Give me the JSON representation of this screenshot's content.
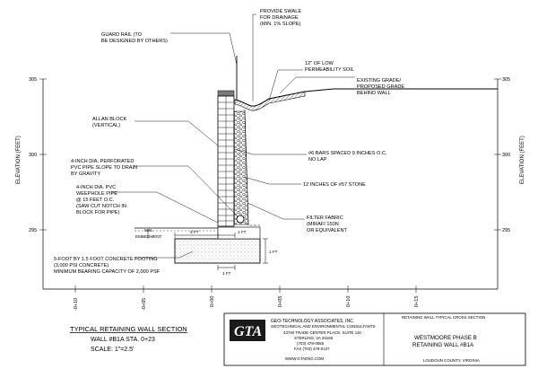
{
  "labels": {
    "swale": [
      "PROVIDE SWALE",
      "FOR DRAINAGE",
      "(MIN. 1% SLOPE)"
    ],
    "guard_rail": [
      "GUARD RAIL (TO",
      "BE DESIGNED BY OTHERS)"
    ],
    "low_perm": [
      "12\" OF LOW",
      "PERMEABILITY SOIL"
    ],
    "grade": [
      "EXISTING GRADE/",
      "PROPOSED GRADE",
      "BEHIND WALL"
    ],
    "allan_block": [
      "ALLAN BLOCK",
      "(VERTICAL)"
    ],
    "bars": [
      "#6 BARS SPACED 9 INCHES O.C.",
      "NO LAP"
    ],
    "drain_pipe": [
      "4-INCH DIA. PERFORATED",
      "PVC PIPE SLOPE TO DRAIN",
      "BY GRAVITY"
    ],
    "stone": "12 INCHES OF #57 STONE",
    "weephole": [
      "4-INCH DIA. PVC",
      "WEEPHOLE PIPE",
      "@ 15 FEET O.C.",
      "(SAW CUT NOTCH IN",
      "BLOCK FOR PIPE)"
    ],
    "fabric": [
      "FILTER FABRIC",
      "(MIRAFI 150N",
      "OR EQUIVALENT"
    ],
    "embedment": [
      "MIN.",
      "EMBEDMENT"
    ],
    "footing": [
      "5-FOOT BY 1.5 FOOT CONCRETE FOOTING",
      "(3,000 PSI CONCRETE)",
      "MINIMUM BEARING CAPACITY OF 2,000 PSF"
    ],
    "dim_3ft": "3 FT",
    "dim_1ft_a": "1 FT",
    "dim_1ft_b": "1 FT",
    "dim_1ft_c": "1 FT"
  },
  "axes": {
    "y_title": "ELEVATION (FEET)",
    "y_ticks": [
      "305",
      "300",
      "295"
    ],
    "x_ticks": [
      "-0+10",
      "-0+05",
      "0+00",
      "0+05",
      "0+10",
      "0+15"
    ]
  },
  "titles": {
    "main": "TYPICAL RETAINING WALL SECTION",
    "station": "WALL #B1A STA. 0+23",
    "scale": "SCALE: 1\"=2.5'"
  },
  "title_block": {
    "logo": "GTA",
    "company": "GEO-TECHNOLOGY ASSOCIATES, INC.",
    "tagline": "GEOTECHNICAL AND ENVIRONMENTAL CONSULTANTS",
    "address": [
      "43760 TRADE CENTER PLACE, SUITE 110",
      "STERLING, VA 20166",
      "(703) 478-0055",
      "FAX (703) 478-0137"
    ],
    "website": "WWW.GTAENG.COM",
    "sheet_title": "RETAINING WALL TYPICAL CROSS SECTION",
    "project": [
      "WESTMOORE PHASE B",
      "RETAINING WALL #B1A"
    ],
    "location": "LOUDOUN COUNTY, VIRGINIA"
  },
  "colors": {
    "line": "#000000",
    "hatch": "#000000",
    "logo_bg": "#1a1a1a"
  }
}
